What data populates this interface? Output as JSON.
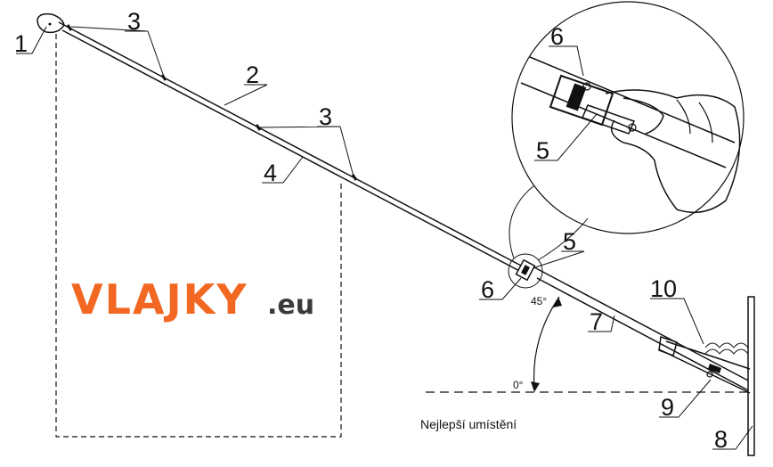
{
  "logo": {
    "brand": "VLAJKY",
    "tld": ".eu",
    "brand_color": "#f26722",
    "tld_color": "#3a3a3a"
  },
  "callouts": {
    "c1": "1",
    "c2": "2",
    "c3a": "3",
    "c3b": "3",
    "c4": "4",
    "c5": "5",
    "c6": "6",
    "c7": "7",
    "c8": "8",
    "c9": "9",
    "c10": "10",
    "detail_5": "5",
    "detail_6": "6"
  },
  "angles": {
    "upper": "45°",
    "lower": "0°"
  },
  "caption": "Nejlepší umístění"
}
